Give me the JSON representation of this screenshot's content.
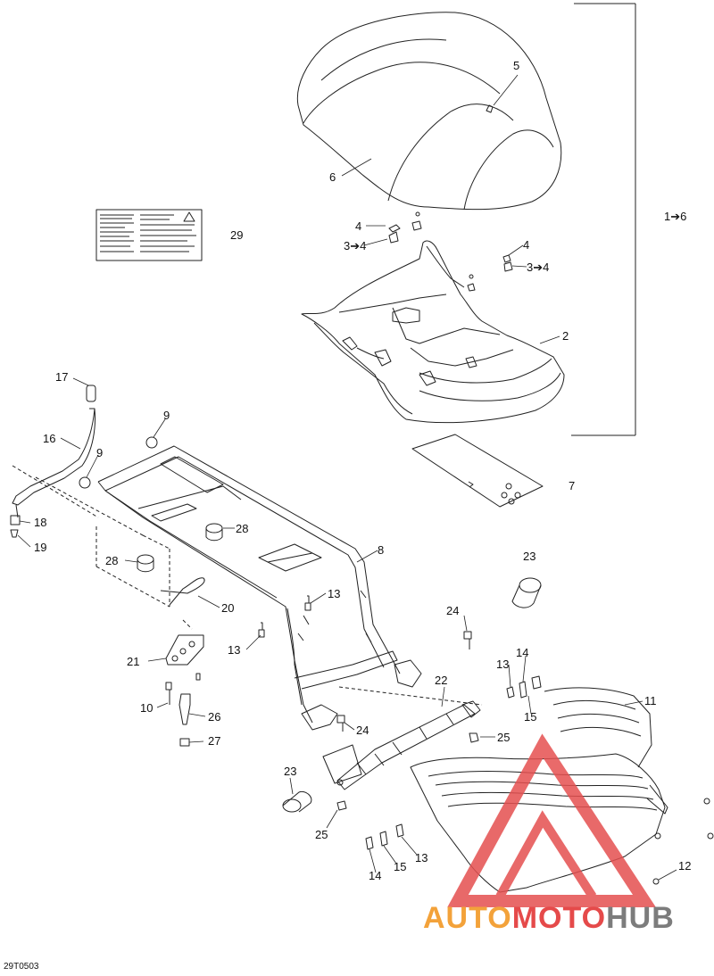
{
  "diagram": {
    "reference_code": "29T0503",
    "callouts": [
      {
        "id": "c1",
        "text": "5"
      },
      {
        "id": "c2",
        "text": "6"
      },
      {
        "id": "c3",
        "text": "29"
      },
      {
        "id": "c4",
        "text": "1➔6"
      },
      {
        "id": "c5",
        "text": "4"
      },
      {
        "id": "c6",
        "text": "3➔4"
      },
      {
        "id": "c7",
        "text": "4"
      },
      {
        "id": "c8",
        "text": "3➔4"
      },
      {
        "id": "c9",
        "text": "2"
      },
      {
        "id": "c10",
        "text": "17"
      },
      {
        "id": "c11",
        "text": "9"
      },
      {
        "id": "c12",
        "text": "16"
      },
      {
        "id": "c13",
        "text": "9"
      },
      {
        "id": "c14",
        "text": "7"
      },
      {
        "id": "c15",
        "text": "18"
      },
      {
        "id": "c16",
        "text": "19"
      },
      {
        "id": "c17",
        "text": "28"
      },
      {
        "id": "c18",
        "text": "28"
      },
      {
        "id": "c19",
        "text": "8"
      },
      {
        "id": "c20",
        "text": "23"
      },
      {
        "id": "c21",
        "text": "20"
      },
      {
        "id": "c22",
        "text": "13"
      },
      {
        "id": "c23",
        "text": "13"
      },
      {
        "id": "c24",
        "text": "24"
      },
      {
        "id": "c25",
        "text": "21"
      },
      {
        "id": "c26",
        "text": "14"
      },
      {
        "id": "c27",
        "text": "13"
      },
      {
        "id": "c28",
        "text": "11"
      },
      {
        "id": "c29",
        "text": "10"
      },
      {
        "id": "c30",
        "text": "22"
      },
      {
        "id": "c31",
        "text": "15"
      },
      {
        "id": "c32",
        "text": "26"
      },
      {
        "id": "c33",
        "text": "24"
      },
      {
        "id": "c34",
        "text": "25"
      },
      {
        "id": "c35",
        "text": "27"
      },
      {
        "id": "c36",
        "text": "23"
      },
      {
        "id": "c37",
        "text": "25"
      },
      {
        "id": "c38",
        "text": "13"
      },
      {
        "id": "c39",
        "text": "15"
      },
      {
        "id": "c40",
        "text": "14"
      },
      {
        "id": "c41",
        "text": "12"
      }
    ]
  },
  "watermark": {
    "part1": "AUTO",
    "part2": "MOTO",
    "part3": "HUB",
    "colors": {
      "auto": "#f3a23a",
      "moto": "#e54a4a",
      "hub": "#7c7c7c"
    }
  }
}
